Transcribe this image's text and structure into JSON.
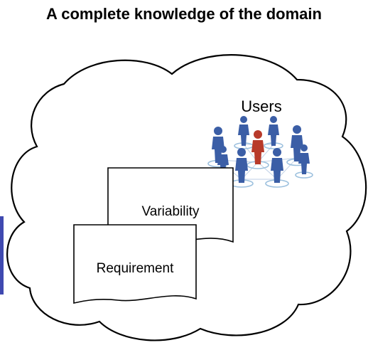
{
  "title": "A complete knowledge of the domain",
  "cloud": {
    "users_label": "Users"
  },
  "documents": {
    "variability_label": "Variability",
    "requirement_label": "Requirement"
  },
  "colors": {
    "person_blue": "#3b5ea6",
    "person_red": "#b83a2a",
    "ring_blue": "#9cc0de",
    "side_bar": "#3f49b0"
  },
  "icons": [
    "users-network-icon",
    "person-icon"
  ]
}
